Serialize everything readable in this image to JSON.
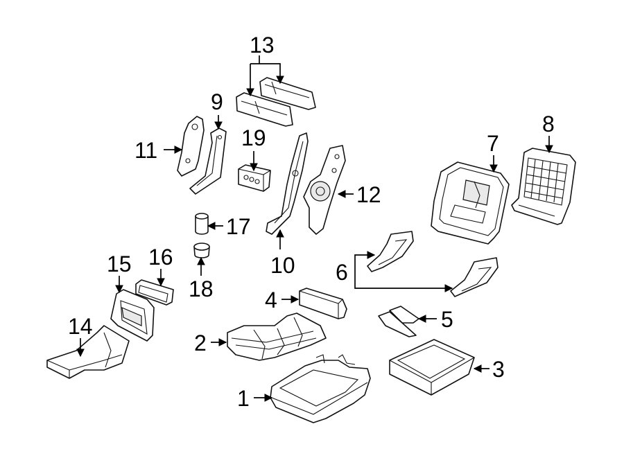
{
  "diagram": {
    "callouts": {
      "c1": "1",
      "c2": "2",
      "c3": "3",
      "c4": "4",
      "c5": "5",
      "c6": "6",
      "c7": "7",
      "c8": "8",
      "c9": "9",
      "c10": "10",
      "c11": "11",
      "c12": "12",
      "c13": "13",
      "c14": "14",
      "c15": "15",
      "c16": "16",
      "c17": "17",
      "c18": "18",
      "c19": "19"
    },
    "line_color": "#111111",
    "background": "#ffffff"
  }
}
